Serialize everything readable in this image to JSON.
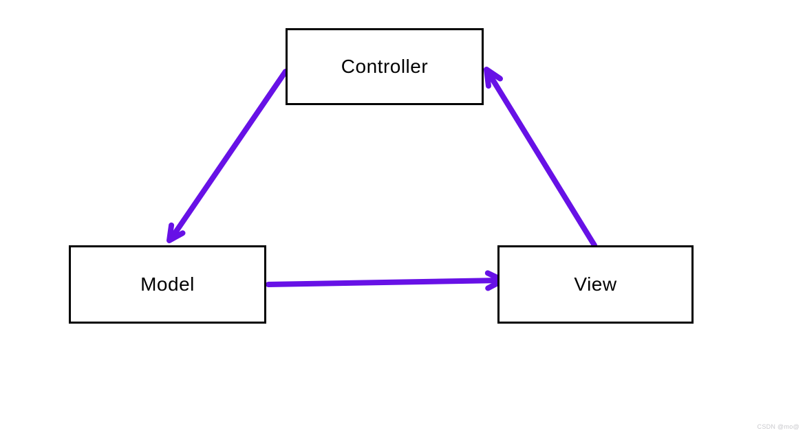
{
  "diagram": {
    "type": "flow-diagram",
    "description": "MVC cycle diagram",
    "background": "#ffffff",
    "box_border_color": "#000000",
    "arrow_color": "#6711E6",
    "nodes": [
      {
        "id": "controller",
        "label": "Controller"
      },
      {
        "id": "model",
        "label": "Model"
      },
      {
        "id": "view",
        "label": "View"
      }
    ],
    "edges": [
      {
        "from": "controller",
        "to": "model"
      },
      {
        "from": "model",
        "to": "view"
      },
      {
        "from": "view",
        "to": "controller"
      }
    ]
  },
  "watermark": {
    "text": "CSDN @mo@"
  }
}
